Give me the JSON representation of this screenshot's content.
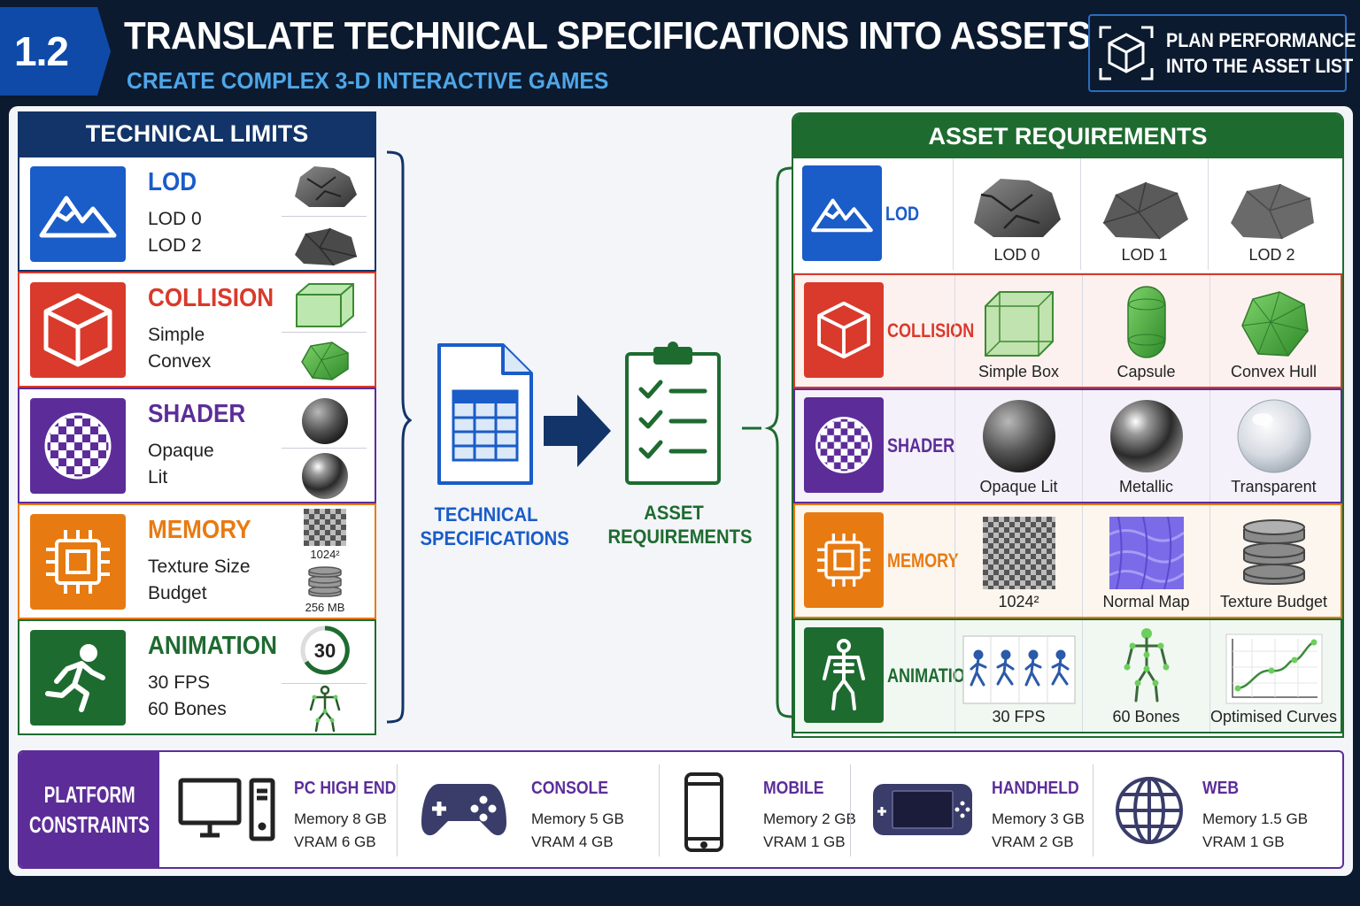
{
  "header": {
    "badge": "1.2",
    "title": "TRANSLATE TECHNICAL SPECIFICATIONS INTO ASSETS",
    "subtitle": "CREATE COMPLEX 3-D INTERACTIVE GAMES",
    "callout_line1": "PLAN PERFORMANCE",
    "callout_line2": "INTO THE ASSET LIST"
  },
  "limits": {
    "heading": "TECHNICAL LIMITS",
    "rows": [
      {
        "title": "LOD",
        "line1": "LOD 0",
        "line2": "LOD 2",
        "color": "#1a5cc8",
        "icon": "mountain-icon"
      },
      {
        "title": "COLLISION",
        "line1": "Simple",
        "line2": "Convex",
        "color": "#d93a2b",
        "icon": "cube-icon"
      },
      {
        "title": "SHADER",
        "line1": "Opaque",
        "line2": "Lit",
        "color": "#5c2d99",
        "icon": "checker-sphere-icon"
      },
      {
        "title": "MEMORY",
        "line1": "Texture Size",
        "line2": "Budget",
        "color": "#e87a12",
        "icon": "chip-icon",
        "thumb1": "1024²",
        "thumb2": "256 MB"
      },
      {
        "title": "ANIMATION",
        "line1": "30 FPS",
        "line2": "60 Bones",
        "color": "#1e6b30",
        "icon": "running-person-icon",
        "gauge": "30"
      }
    ]
  },
  "middle": {
    "spec_label_1": "TECHNICAL",
    "spec_label_2": "SPECIFICATIONS",
    "req_label_1": "ASSET",
    "req_label_2": "REQUIREMENTS"
  },
  "requirements": {
    "heading": "ASSET REQUIREMENTS",
    "rows": [
      {
        "name": "LOD",
        "color": "#1a5cc8",
        "cells": [
          "LOD 0",
          "LOD 1",
          "LOD 2"
        ]
      },
      {
        "name": "COLLISION",
        "color": "#d93a2b",
        "cells": [
          "Simple Box",
          "Capsule",
          "Convex Hull"
        ]
      },
      {
        "name": "SHADER",
        "color": "#5c2d99",
        "cells": [
          "Opaque Lit",
          "Metallic",
          "Transparent"
        ]
      },
      {
        "name": "MEMORY",
        "color": "#e87a12",
        "cells": [
          "1024²",
          "Normal Map",
          "Texture Budget"
        ]
      },
      {
        "name": "ANIMATION",
        "color": "#1e6b30",
        "cells": [
          "30 FPS",
          "60 Bones",
          "Optimised Curves"
        ]
      }
    ]
  },
  "platforms": {
    "heading_1": "PLATFORM",
    "heading_2": "CONSTRAINTS",
    "items": [
      {
        "title": "PC HIGH END",
        "memory": "Memory 8 GB",
        "vram": "VRAM 6 GB",
        "icon": "desktop-pc-icon"
      },
      {
        "title": "CONSOLE",
        "memory": "Memory 5 GB",
        "vram": "VRAM 4 GB",
        "icon": "gamepad-icon"
      },
      {
        "title": "MOBILE",
        "memory": "Memory 2 GB",
        "vram": "VRAM 1 GB",
        "icon": "smartphone-icon"
      },
      {
        "title": "HANDHELD",
        "memory": "Memory 3 GB",
        "vram": "VRAM 2 GB",
        "icon": "handheld-console-icon"
      },
      {
        "title": "WEB",
        "memory": "Memory 1.5 GB",
        "vram": "VRAM 1 GB",
        "icon": "globe-icon"
      }
    ]
  }
}
